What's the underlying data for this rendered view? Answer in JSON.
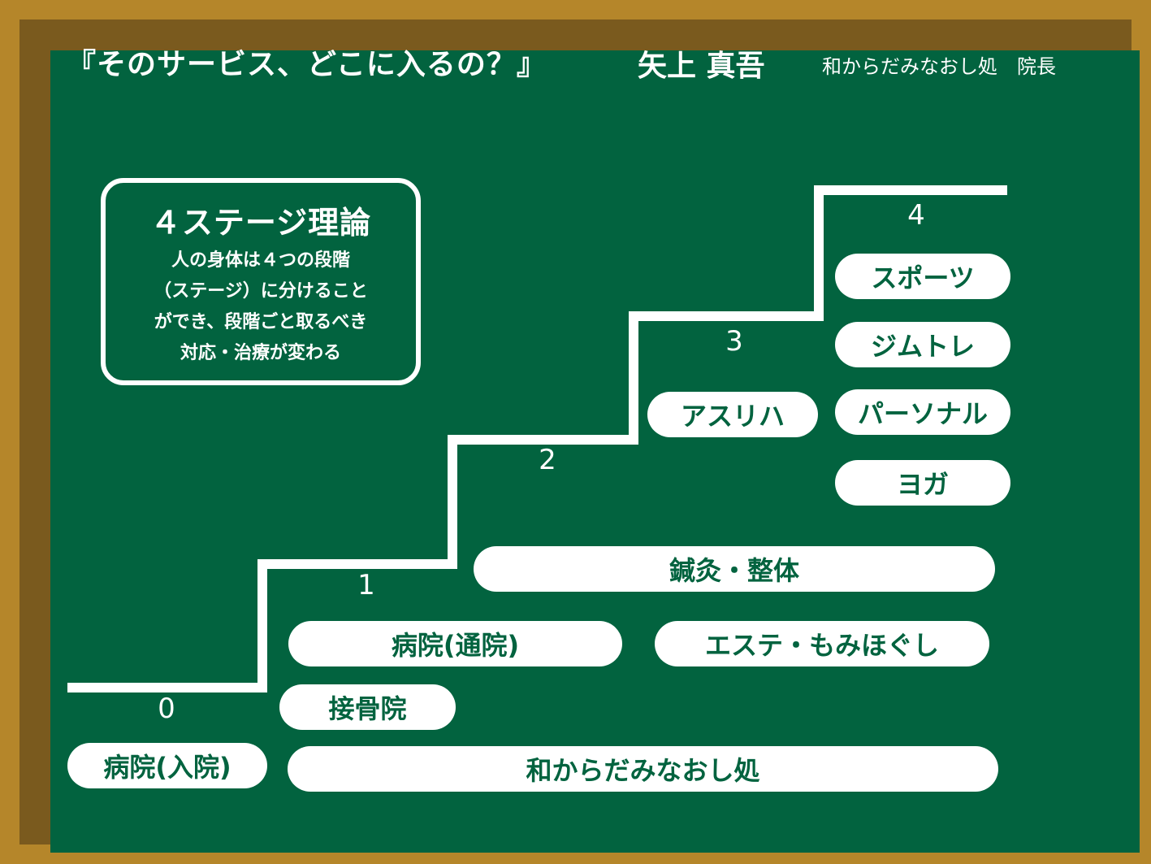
{
  "header": {
    "title": "『そのサービス、どこに入るの？』",
    "author": "矢上 真吾",
    "affiliation": "和からだみなおし処　院長"
  },
  "theory_box": {
    "title": "４ステージ理論",
    "lines": [
      "人の身体は４つの段階",
      "（ステージ）に分けること",
      "ができ、段階ごと取るべき",
      "対応・治療が変わる"
    ]
  },
  "stages": [
    {
      "number": "0",
      "items": [
        "病院(入院)"
      ]
    },
    {
      "number": "1",
      "items": [
        "接骨院",
        "病院(通院)"
      ]
    },
    {
      "number": "2",
      "items": []
    },
    {
      "number": "3",
      "items": [
        "アスリハ"
      ]
    },
    {
      "number": "4",
      "items": [
        "スポーツ",
        "ジムトレ",
        "パーソナル",
        "ヨガ"
      ]
    }
  ],
  "spanning_items": {
    "acupuncture": "鍼灸・整体",
    "esthetic": "エステ・もみほぐし",
    "clinic": "和からだみなおし処"
  },
  "colors": {
    "board": "#02633F",
    "frame": "#B5862A",
    "frame_edge": "#7A5A1E",
    "chalk": "#FFFFFF"
  }
}
